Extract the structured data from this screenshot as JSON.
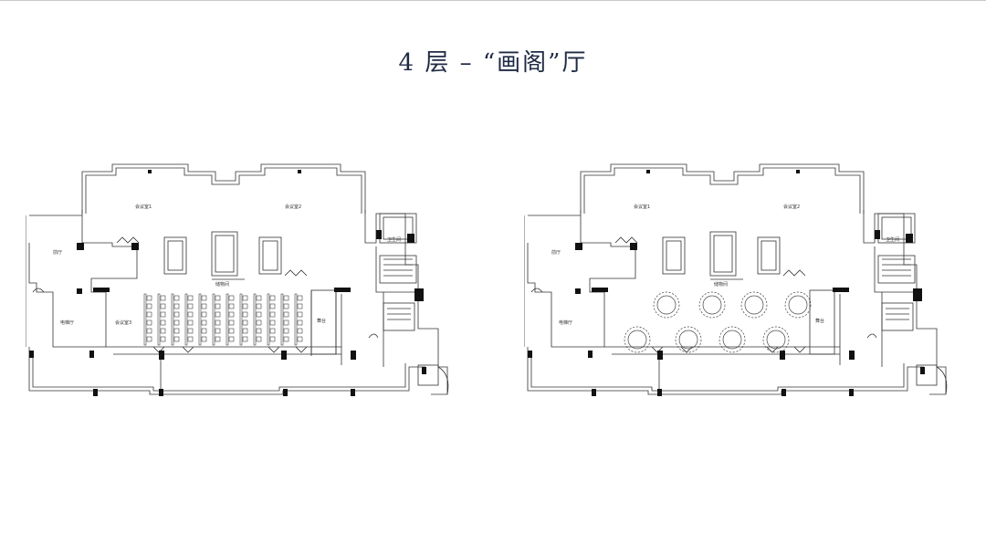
{
  "page": {
    "title": "4 层 – “画阁”厅"
  },
  "plans": [
    {
      "name": "theater-layout",
      "rooms": {
        "meeting_room_1": "会议室1",
        "meeting_room_2": "会议室2",
        "meeting_room_3": "会议室3",
        "lobby": "前厅",
        "elevator_hall": "电梯厅",
        "storage": "储物间",
        "restroom": "卫生间",
        "stage": "舞台"
      },
      "layout": "theater",
      "seat_columns": 12,
      "seat_rows": 6
    },
    {
      "name": "banquet-layout",
      "rooms": {
        "meeting_room_1": "会议室1",
        "meeting_room_2": "会议室2",
        "lobby": "前厅",
        "elevator_hall": "电梯厅",
        "storage": "储物间",
        "restroom": "卫生间",
        "stage": "舞台"
      },
      "layout": "banquet",
      "round_tables": 8
    }
  ],
  "colors": {
    "title": "#1f2a44",
    "wall": "#333333",
    "column": "#111111"
  }
}
